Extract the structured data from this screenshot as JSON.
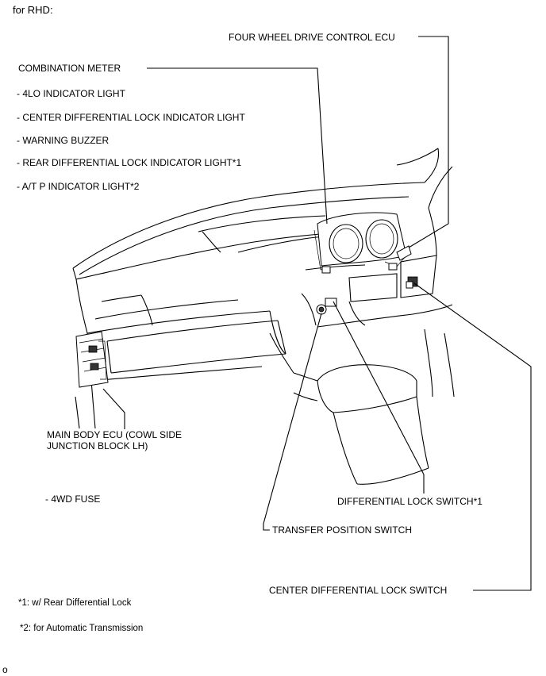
{
  "header": {
    "title": "for RHD:"
  },
  "labels": {
    "four_wheel_drive_control_ecu": "FOUR WHEEL DRIVE CONTROL ECU",
    "combination_meter": "COMBINATION METER",
    "combination_meter_items": [
      "- 4LO INDICATOR LIGHT",
      "- CENTER DIFFERENTIAL LOCK INDICATOR LIGHT",
      "- WARNING BUZZER",
      "- REAR DIFFERENTIAL LOCK INDICATOR LIGHT*1",
      "- A/T P INDICATOR LIGHT*2"
    ],
    "main_body_ecu_line1": "MAIN BODY ECU (COWL SIDE",
    "main_body_ecu_line2": "JUNCTION BLOCK LH)",
    "fuse_4wd": "- 4WD FUSE",
    "differential_lock_switch": "DIFFERENTIAL LOCK SWITCH*1",
    "transfer_position_switch": "TRANSFER POSITION SWITCH",
    "center_differential_lock_switch": "CENTER DIFFERENTIAL LOCK SWITCH"
  },
  "footnotes": [
    "*1: w/ Rear Differential Lock",
    "*2: for Automatic Transmission"
  ],
  "corner_mark": "o"
}
